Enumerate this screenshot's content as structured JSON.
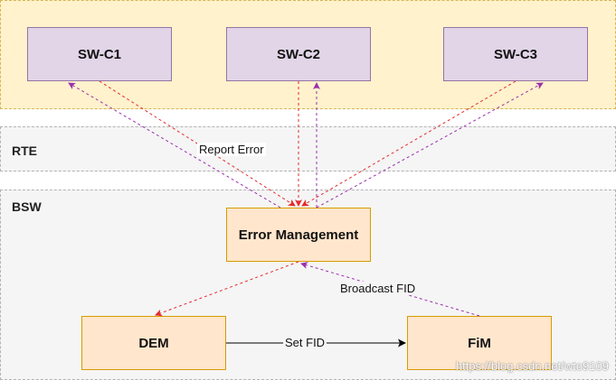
{
  "layers": {
    "app_label": "",
    "rte_label": "RTE",
    "bsw_label": "BSW"
  },
  "boxes": {
    "swc1": "SW-C1",
    "swc2": "SW-C2",
    "swc3": "SW-C3",
    "error_management": "Error Management",
    "dem": "DEM",
    "fim": "FiM"
  },
  "edges": {
    "report_error": "Report Error",
    "broadcast_fid": "Broadcast FID",
    "set_fid": "Set FID"
  },
  "colors": {
    "app_layer_fill": "#fff2cc",
    "app_layer_border": "#d6b656",
    "swc_fill": "#e1d5e7",
    "swc_border": "#9673a6",
    "bsw_box_fill": "#ffe6cc",
    "bsw_box_border": "#d79b00",
    "report_arrow": "#e52b2b",
    "broadcast_arrow": "#9b2fae"
  },
  "watermark": "https://blog.csdn.net/wto9109"
}
